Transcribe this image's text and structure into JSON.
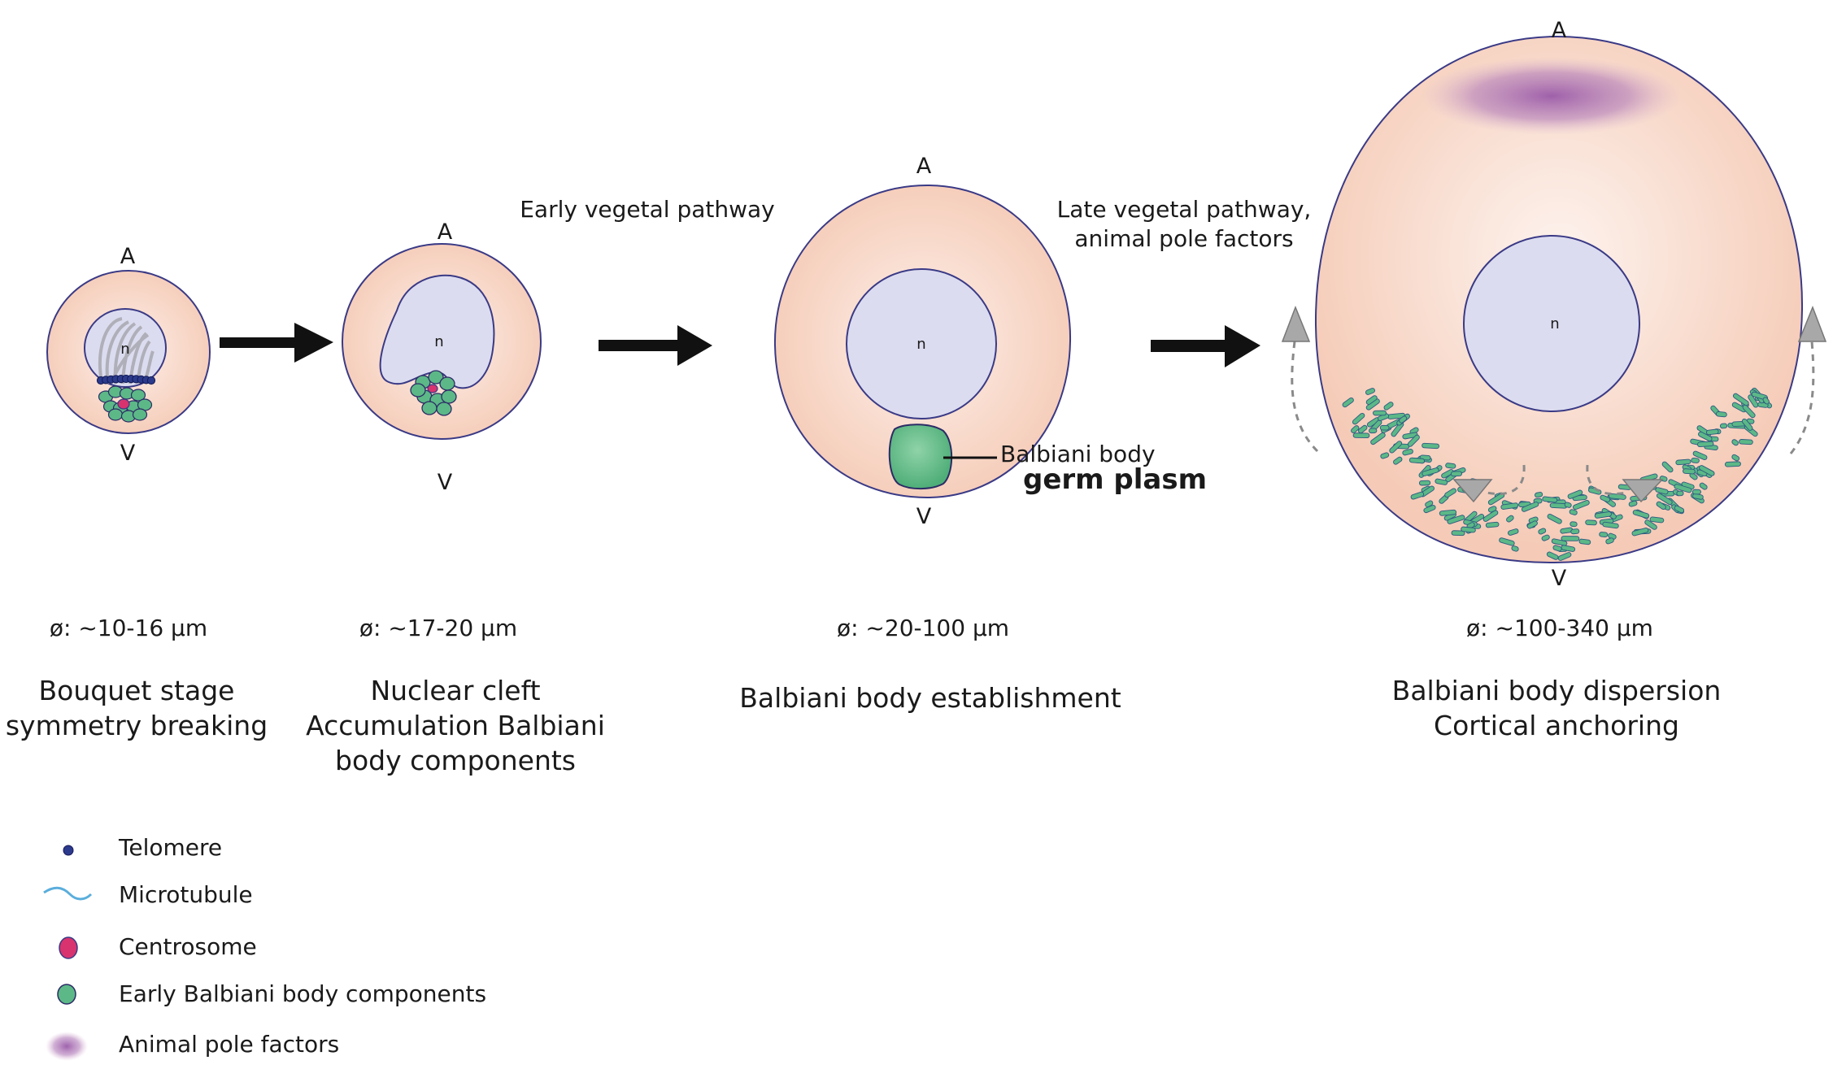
{
  "pole_labels": {
    "animal": "A",
    "vegetal": "V"
  },
  "nucleus_label": "n",
  "pathways": {
    "early": "Early vegetal pathway",
    "late_line1": "Late vegetal pathway,",
    "late_line2": "animal pole factors"
  },
  "callouts": {
    "balbiani_body": "Balbiani body",
    "germ_plasm": "germ plasm"
  },
  "stages": [
    {
      "diameter": "ø: ~10-16 µm",
      "title_lines": [
        "Bouquet stage",
        "symmetry breaking"
      ]
    },
    {
      "diameter": "ø: ~17-20 µm",
      "title_lines": [
        "Nuclear cleft",
        "Accumulation Balbiani",
        "body components"
      ]
    },
    {
      "diameter": "ø: ~20-100 µm",
      "title_lines": [
        "Balbiani body establishment"
      ]
    },
    {
      "diameter": "ø: ~100-340 µm",
      "title_lines": [
        "Balbiani body dispersion",
        "Cortical anchoring"
      ]
    }
  ],
  "legend": [
    {
      "label": "Telomere",
      "icon": "telomere-icon",
      "color": "#2b3a8c"
    },
    {
      "label": "Microtubule",
      "icon": "microtubule-icon",
      "color": "#5aaedc"
    },
    {
      "label": "Centrosome",
      "icon": "centrosome-icon",
      "color": "#d8336e"
    },
    {
      "label": "Early Balbiani body components",
      "icon": "balbiani-component-icon",
      "color": "#5cb887"
    },
    {
      "label": "Animal pole factors",
      "icon": "animal-pole-factor-icon",
      "color": "#9a5aa8"
    }
  ],
  "colors": {
    "cytoplasm": "#f6d5c6",
    "nucleus": "#dcdcf0",
    "outline": "#3a3a86",
    "germ_plasm": "#5cb887",
    "animal_pole": "#9a5aa8",
    "arrow": "#111111",
    "grey_arrow": "#9e9e9e"
  }
}
